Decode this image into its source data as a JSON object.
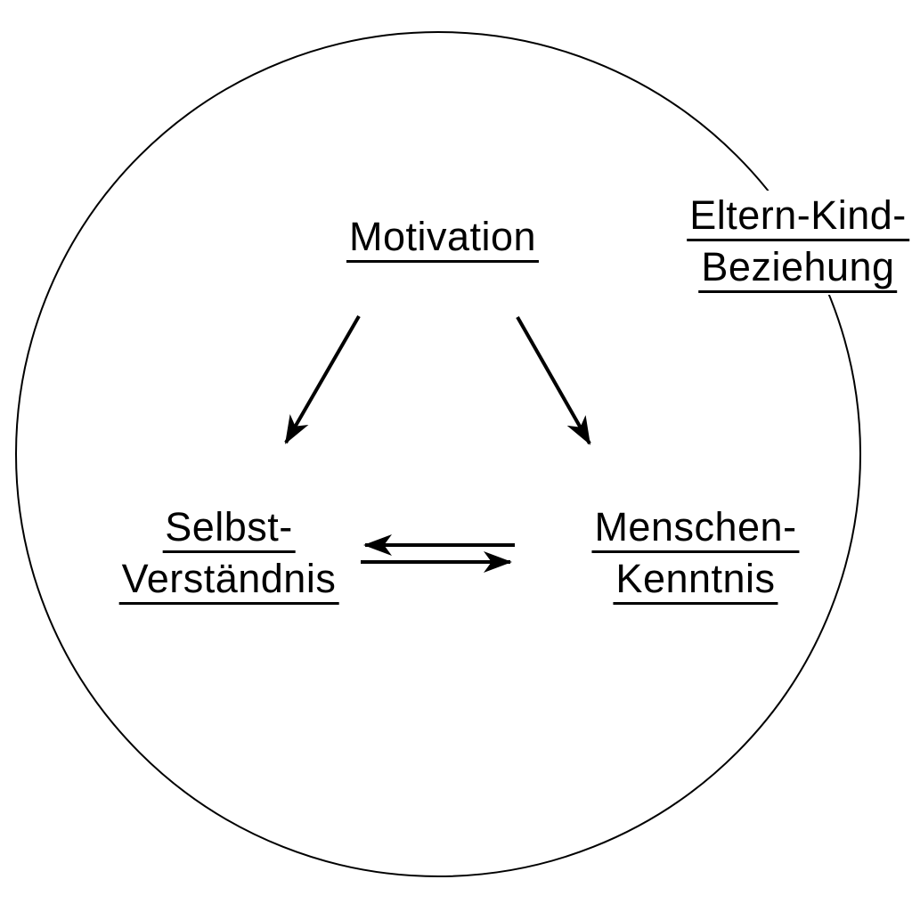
{
  "diagram": {
    "background_color": "#ffffff",
    "line_color": "#000000",
    "boundary": {
      "shape": "circle",
      "label": "boundary of parent-child relationship context"
    },
    "nodes": {
      "motivation": {
        "label": "Motivation"
      },
      "eltern_kind_beziehung": {
        "line1": "Eltern-Kind-",
        "line2": "Beziehung"
      },
      "selbst_verstaendnis": {
        "line1": "Selbst-",
        "line2": "Verständnis"
      },
      "menschen_kenntnis": {
        "line1": "Menschen-",
        "line2": "Kenntnis"
      }
    },
    "edges": [
      {
        "from": "Motivation",
        "to": "Selbst-Verständnis",
        "direction": "one-way"
      },
      {
        "from": "Motivation",
        "to": "Menschen-Kenntnis",
        "direction": "one-way"
      },
      {
        "from": "Selbst-Verständnis",
        "to": "Menschen-Kenntnis",
        "direction": "two-way"
      }
    ]
  }
}
